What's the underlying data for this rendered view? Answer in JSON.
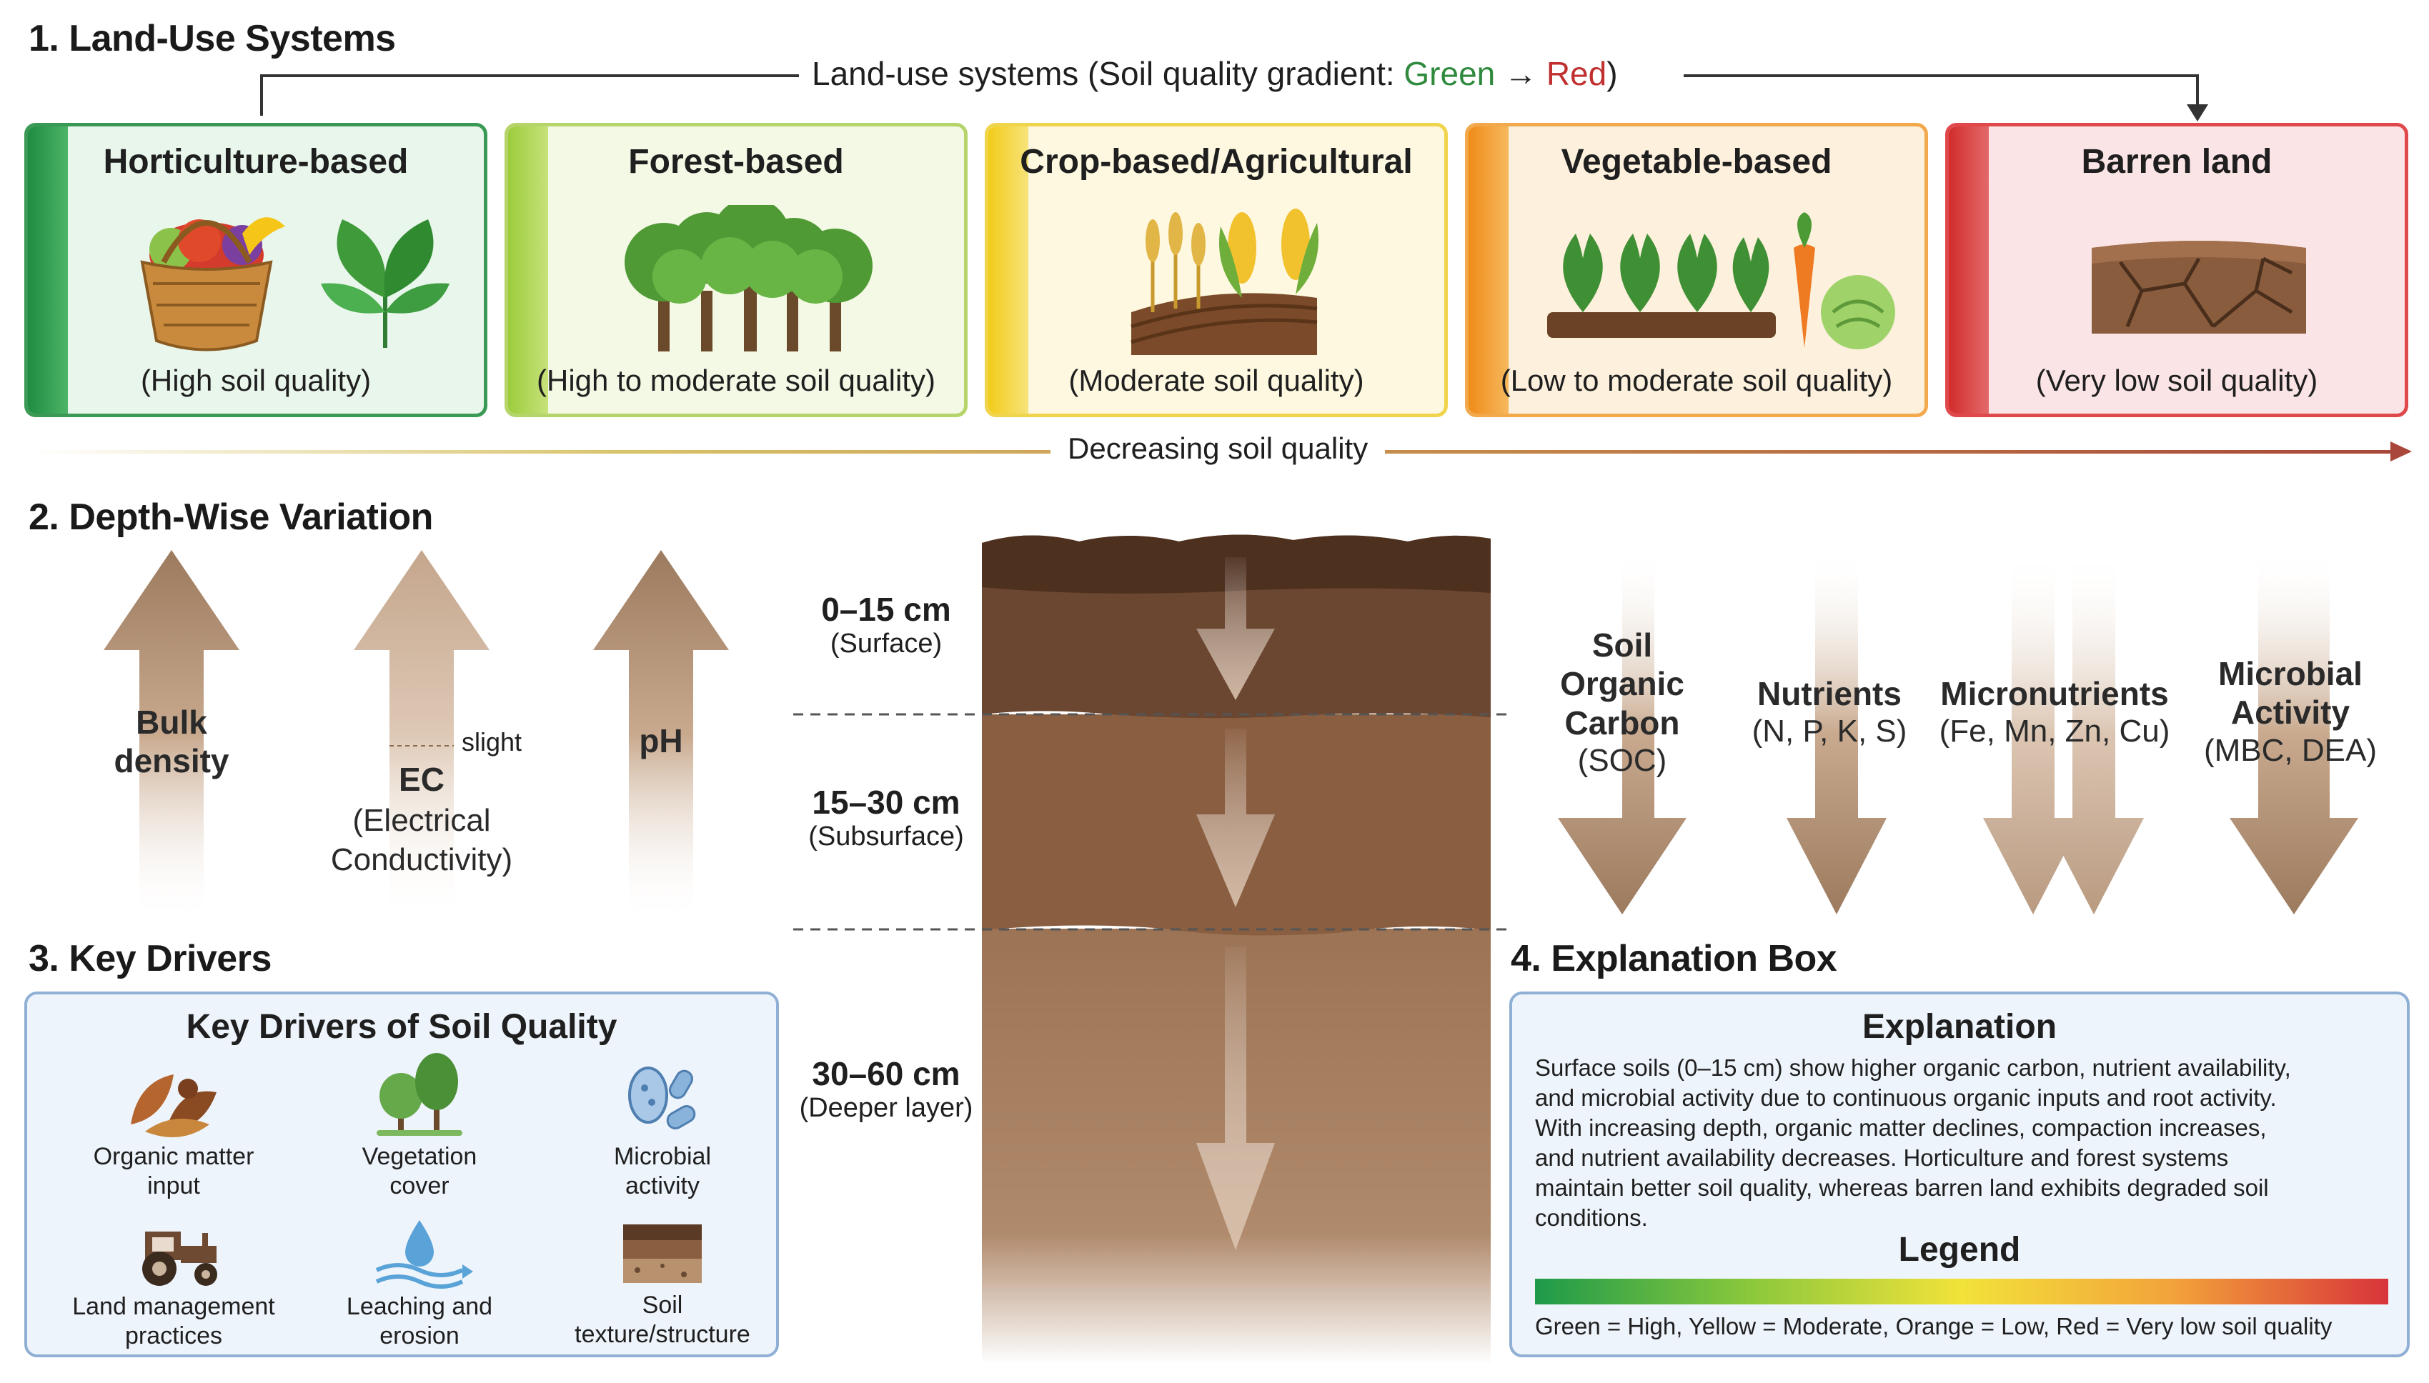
{
  "sections": {
    "s1": "1. Land-Use Systems",
    "s2": "2. Depth-Wise Variation",
    "s3": "3. Key Drivers",
    "s4": "4. Explanation Box"
  },
  "gradient": {
    "prefix": "Land-use systems (Soil quality gradient: ",
    "green": "Green",
    "arrow": " → ",
    "red": "Red",
    "suffix": ")",
    "decreasing": "Decreasing soil quality"
  },
  "land_use": [
    {
      "name": "Horticulture-based",
      "quality": "(High soil quality)",
      "color": "#2e9a4e",
      "bg": "#e8f5ea"
    },
    {
      "name": "Forest-based",
      "quality": "(High to moderate soil quality)",
      "color": "#a6cc4a",
      "bg": "#f3f9e3"
    },
    {
      "name": "Crop-based/Agricultural",
      "quality": "(Moderate soil quality)",
      "color": "#f2d338",
      "bg": "#fdf8de"
    },
    {
      "name": "Vegetable-based",
      "quality": "(Low to moderate soil quality)",
      "color": "#f29d2e",
      "bg": "#fdefd9"
    },
    {
      "name": "Barren land",
      "quality": "(Very low soil quality)",
      "color": "#d9383a",
      "bg": "#fbe3e4"
    }
  ],
  "depth": {
    "layers": [
      {
        "range": "0–15 cm",
        "label": "(Surface)"
      },
      {
        "range": "15–30 cm",
        "label": "(Subsurface)"
      },
      {
        "range": "30–60 cm",
        "label": "(Deeper layer)"
      }
    ],
    "increasing": [
      {
        "line1": "Bulk",
        "line2": "density"
      },
      {
        "line1": "EC",
        "sub1": "(Electrical",
        "sub2": "Conductivity)",
        "note": "slight"
      },
      {
        "line1": "pH"
      }
    ],
    "decreasing": [
      {
        "l1": "Soil",
        "l2": "Organic",
        "l3": "Carbon",
        "sub": "(SOC)"
      },
      {
        "l1": "Nutrients",
        "sub": "(N, P, K, S)"
      },
      {
        "l1": "Micronutrients",
        "sub": "(Fe, Mn, Zn, Cu)"
      },
      {
        "l1": "Microbial",
        "l2": "Activity",
        "sub": "(MBC, DEA)"
      }
    ]
  },
  "drivers": {
    "title": "Key Drivers of Soil Quality",
    "items": [
      {
        "l1": "Organic matter",
        "l2": "input"
      },
      {
        "l1": "Vegetation",
        "l2": "cover"
      },
      {
        "l1": "Microbial",
        "l2": "activity"
      },
      {
        "l1": "Land management",
        "l2": "practices"
      },
      {
        "l1": "Leaching and",
        "l2": "erosion"
      },
      {
        "l1": "Soil",
        "l2": "texture/structure"
      }
    ]
  },
  "explanation": {
    "title": "Explanation",
    "lines": [
      "Surface soils (0–15 cm) show higher organic carbon, nutrient availability,",
      "and microbial activity due to continuous organic inputs and root activity.",
      "With increasing depth, organic matter declines, compaction increases,",
      "and nutrient availability decreases. Horticulture and forest systems",
      "maintain better soil quality, whereas barren land exhibits degraded soil",
      "conditions."
    ],
    "legend_title": "Legend",
    "legend_text": "Green = High, Yellow = Moderate, Orange = Low, Red = Very low soil quality"
  }
}
